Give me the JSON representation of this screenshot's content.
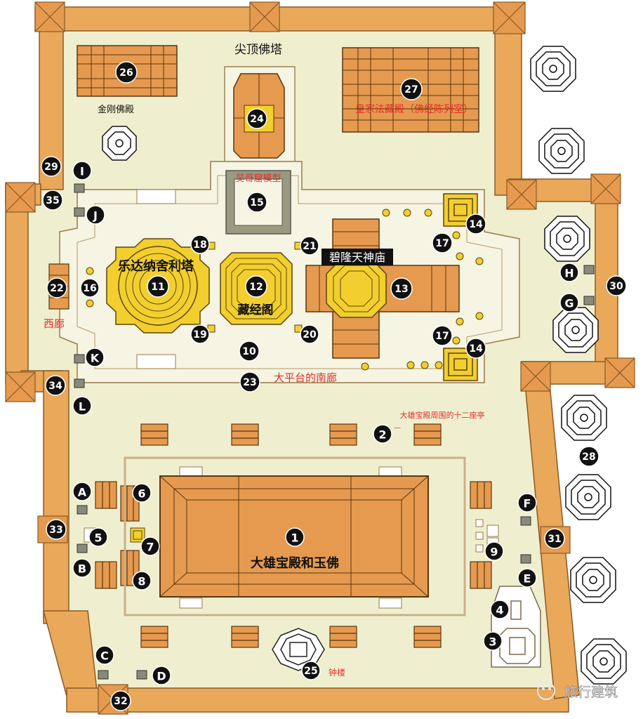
{
  "colors": {
    "ground": "#efefcf",
    "wall": "#e9a85a",
    "wall_dark": "#8a5a25",
    "roof": "#e59a4f",
    "gold": "#f2cf2f",
    "terrace": "#f6f4e2",
    "marker": "#111111",
    "red_text": "#e0302a"
  },
  "labels": {
    "spire_stupa": "尖顶佛塔",
    "vajra_hall": "金刚佛殿",
    "royal_library": "皇家法藏殿（佛经陈列室）",
    "angkor_model": "吴哥窟模型",
    "phra_si_rattana": "乐达纳舍利塔",
    "mondop": "藏经阁",
    "prasat_phra_thep_bidon": "碧隆天神庙",
    "west_gallery": "西廊",
    "south_gallery": "大平台的南廊",
    "twelve_pavilions": "大雄宝殿周围的十二座亭",
    "twelve_pavilions_dash": "—",
    "ubosot": "大雄宝殿和玉佛",
    "bell_tower": "钟楼",
    "watermark": "旅行建筑"
  },
  "markers": [
    {
      "id": "n1",
      "text": "1"
    },
    {
      "id": "n2",
      "text": "2"
    },
    {
      "id": "n3",
      "text": "3"
    },
    {
      "id": "n4",
      "text": "4"
    },
    {
      "id": "n5",
      "text": "5"
    },
    {
      "id": "n6",
      "text": "6"
    },
    {
      "id": "n7",
      "text": "7"
    },
    {
      "id": "n8",
      "text": "8"
    },
    {
      "id": "n9",
      "text": "9"
    },
    {
      "id": "n10",
      "text": "10"
    },
    {
      "id": "n11",
      "text": "11"
    },
    {
      "id": "n12",
      "text": "12"
    },
    {
      "id": "n13",
      "text": "13"
    },
    {
      "id": "n14a",
      "text": "14"
    },
    {
      "id": "n14b",
      "text": "14"
    },
    {
      "id": "n15",
      "text": "15"
    },
    {
      "id": "n16",
      "text": "16"
    },
    {
      "id": "n17a",
      "text": "17"
    },
    {
      "id": "n17b",
      "text": "17"
    },
    {
      "id": "n18",
      "text": "18"
    },
    {
      "id": "n19",
      "text": "19"
    },
    {
      "id": "n20",
      "text": "20"
    },
    {
      "id": "n21",
      "text": "21"
    },
    {
      "id": "n22",
      "text": "22"
    },
    {
      "id": "n23",
      "text": "23"
    },
    {
      "id": "n24",
      "text": "24"
    },
    {
      "id": "n25",
      "text": "25"
    },
    {
      "id": "n26",
      "text": "26"
    },
    {
      "id": "n27",
      "text": "27"
    },
    {
      "id": "n28",
      "text": "28"
    },
    {
      "id": "n29",
      "text": "29"
    },
    {
      "id": "n30",
      "text": "30"
    },
    {
      "id": "n31",
      "text": "31"
    },
    {
      "id": "n32",
      "text": "32"
    },
    {
      "id": "n33",
      "text": "33"
    },
    {
      "id": "n34",
      "text": "34"
    },
    {
      "id": "n35",
      "text": "35"
    },
    {
      "id": "lA",
      "text": "A"
    },
    {
      "id": "lB",
      "text": "B"
    },
    {
      "id": "lC",
      "text": "C"
    },
    {
      "id": "lD",
      "text": "D"
    },
    {
      "id": "lE",
      "text": "E"
    },
    {
      "id": "lF",
      "text": "F"
    },
    {
      "id": "lG",
      "text": "G"
    },
    {
      "id": "lH",
      "text": "H"
    },
    {
      "id": "lI",
      "text": "I"
    },
    {
      "id": "lJ",
      "text": "J"
    },
    {
      "id": "lK",
      "text": "K"
    },
    {
      "id": "lL",
      "text": "L"
    }
  ]
}
